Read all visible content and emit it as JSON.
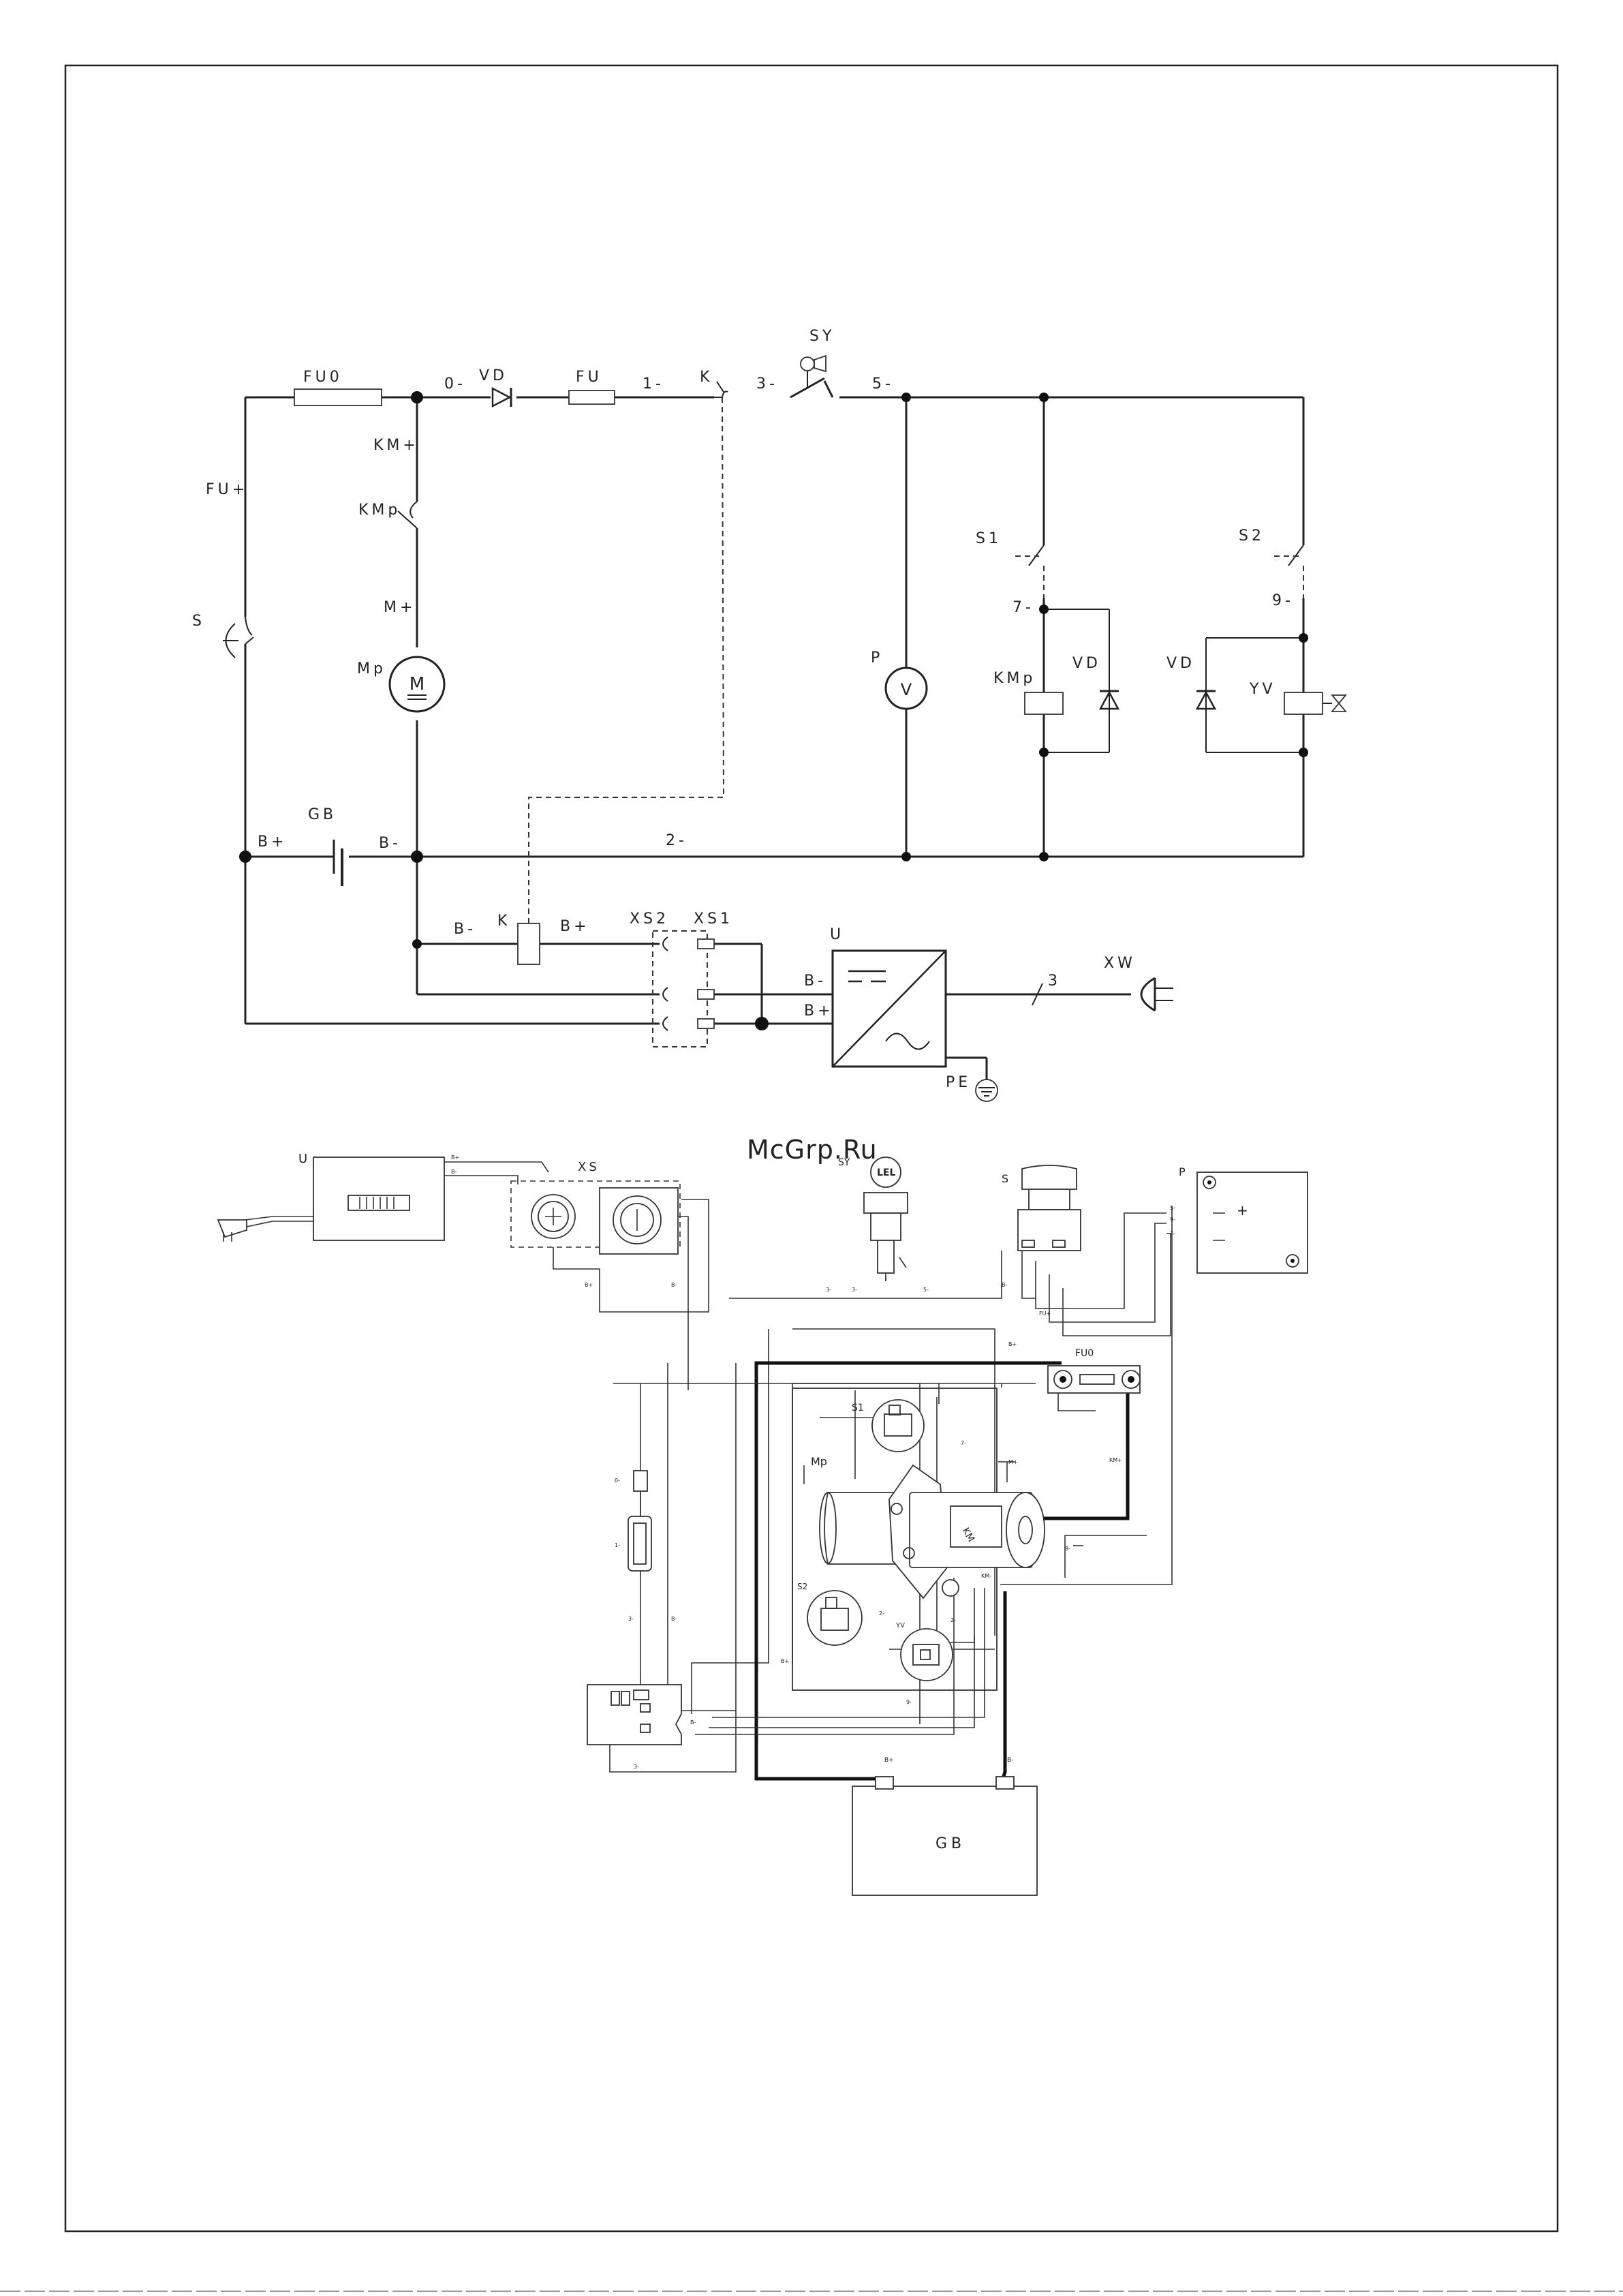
{
  "watermark": "McGrp.Ru",
  "schematic": {
    "labels": {
      "fu0": "FU0",
      "wire0": "0-",
      "vd_main": "VD",
      "fu": "FU",
      "wire1": "1-",
      "k_contact": "K",
      "wire3": "3-",
      "sy": "SY",
      "wire5": "5-",
      "fu_plus": "FU+",
      "km_plus": "KM+",
      "kmp_contact": "KMp",
      "m_plus": "M+",
      "mp": "Mp",
      "motor_symbol": "M",
      "s_switch": "S",
      "s1": "S1",
      "wire7": "7-",
      "vd_s1": "VD",
      "kmp_coil": "KMp",
      "s2": "S2",
      "wire9": "9-",
      "vd_s2": "VD",
      "yv": "YV",
      "p_meter": "P",
      "voltmeter_symbol": "V",
      "gb": "GB",
      "b_plus": "B+",
      "b_minus": "B-",
      "wire2": "2-",
      "b_minus_2": "B-",
      "k_coil": "K",
      "b_plus_2": "B+",
      "xs2": "XS2",
      "xs1": "XS1",
      "u": "U",
      "charger_b_minus": "B-",
      "charger_b_plus": "B+",
      "cable_count": "3",
      "xw": "XW",
      "pe": "PE"
    }
  },
  "wiring": {
    "labels": {
      "u": "U",
      "xs": "XS",
      "sy": "SY",
      "sy_badge": "LEL",
      "s": "S",
      "p": "P",
      "p_plus": "+",
      "fu0": "FU0",
      "s1": "S1",
      "mp": "Mp",
      "s2": "S2",
      "yv": "YV",
      "km": "KM",
      "gb": "GB",
      "gb_plus": "B+",
      "gb_minus": "B-"
    },
    "wire_marks": {
      "w_bplus_u": "B+",
      "w_bminus_u": "B-",
      "w_3": "3-",
      "w_bplus_xs": "B+",
      "w_bminus_xs": "B-",
      "w_sy": "3-",
      "w_sy2": "5-",
      "w_s_bminus": "B-",
      "w_fu0_plus": "FU+",
      "w_bplus_gb": "B+",
      "w_km_plus": "KM+",
      "w_p5": "5-",
      "w_p9": "9-",
      "w_p2": "2-",
      "w_kmb": "KM-",
      "w_m": "M+",
      "w_7": "7-",
      "w_9": "9-",
      "w_2": "2-",
      "w_u1": "0-",
      "w_fu": "1-",
      "w_left_b": "B-",
      "w_k3": "3-",
      "w_k_b": "B-",
      "w_xs_b": "B+",
      "w_yv": "9-",
      "w_s2_2": "2-",
      "w_bot": "3-"
    }
  }
}
